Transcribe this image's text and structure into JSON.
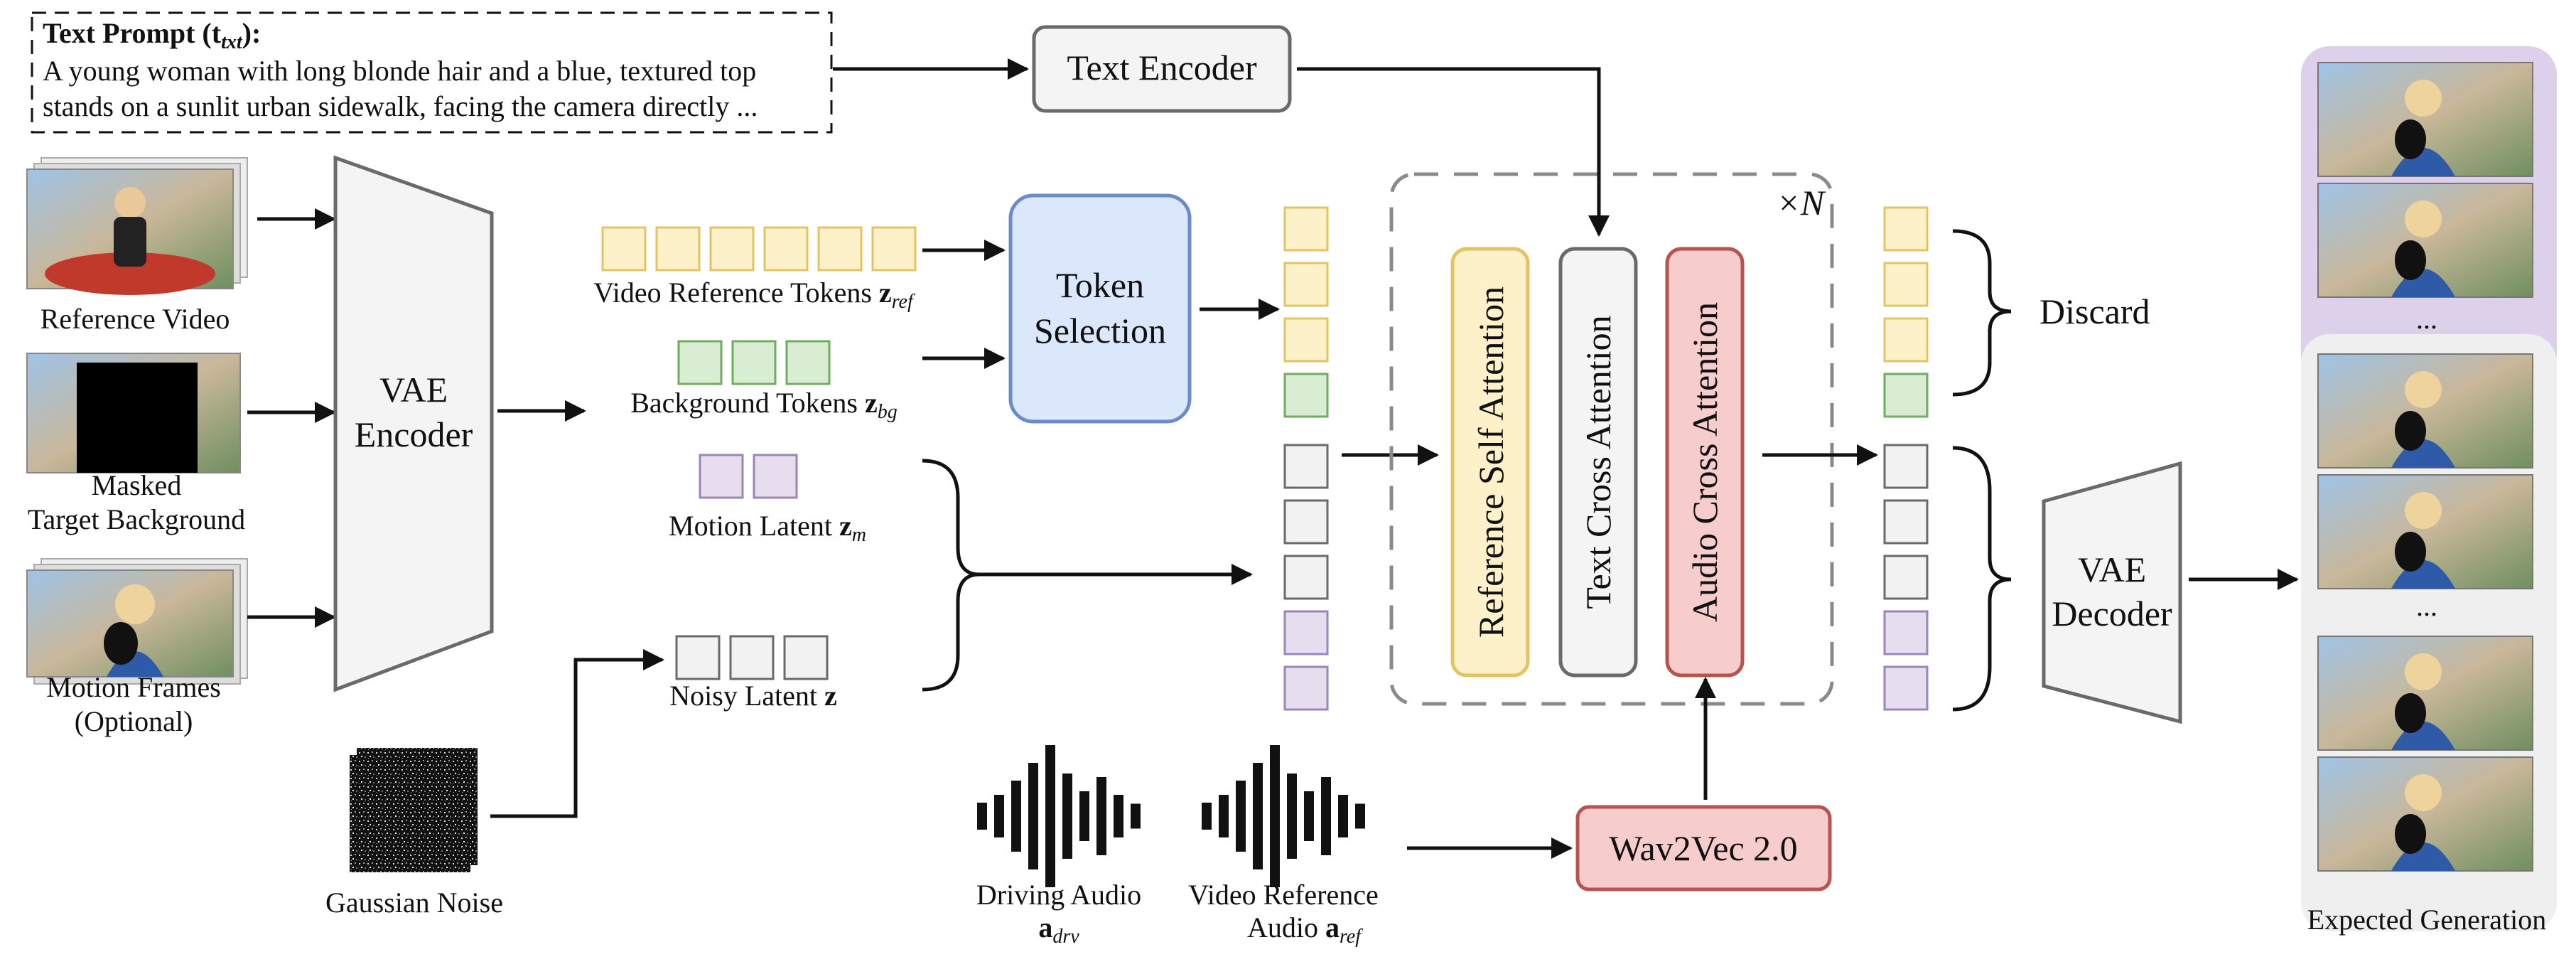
{
  "prompt": {
    "title": "Text Prompt (t",
    "title_sub": "txt",
    "title_close": "):",
    "line1": "A young woman with long blonde hair and a blue, textured top",
    "line2": "stands on a sunlit urban sidewalk, facing the camera directly ..."
  },
  "inputs": {
    "reference_video": "Reference Video",
    "masked_line1": "Masked",
    "masked_line2": "Target Background",
    "motion_line1": "Motion Frames",
    "motion_line2": "(Optional)",
    "gaussian_noise": "Gaussian Noise"
  },
  "vae_encoder": {
    "line1": "VAE",
    "line2": "Encoder"
  },
  "text_encoder": "Text Encoder",
  "tokens": {
    "video_ref": {
      "label": "Video Reference Tokens",
      "sym": "z",
      "sub": "ref"
    },
    "background": {
      "label": "Background Tokens",
      "sym": "z",
      "sub": "bg"
    },
    "motion": {
      "label": "Motion Latent",
      "sym": "z",
      "sub": "m"
    },
    "noisy": {
      "label": "Noisy Latent",
      "sym": "z",
      "sub": ""
    }
  },
  "token_selection": {
    "line1": "Token",
    "line2": "Selection"
  },
  "blocks": {
    "repeat": "×N",
    "ref_self_attention": "Reference Self Attention",
    "text_cross_attention": "Text Cross Attention",
    "audio_cross_attention": "Audio Cross Attention"
  },
  "audio": {
    "driving_line1": "Driving Audio",
    "driving_sym": "a",
    "driving_sub": "drv",
    "ref_line1": "Video Reference",
    "ref_line2": "Audio",
    "ref_sym": "a",
    "ref_sub": "ref"
  },
  "wav2vec": "Wav2Vec 2.0",
  "discard": "Discard",
  "vae_decoder": {
    "line1": "VAE",
    "line2": "Decoder"
  },
  "output": {
    "label": "Expected Generation",
    "ellipsis": "..."
  },
  "colors": {
    "yellow_fill": "#fdf1c9",
    "yellow_stroke": "#e3c463",
    "green_fill": "#d9edd3",
    "green_stroke": "#6fae5f",
    "purple_fill": "#e6ddef",
    "purple_stroke": "#9a86b8",
    "gray_fill": "#f2f2f2",
    "gray_stroke": "#6a6a6a",
    "blue_fill": "#dbe7fa",
    "blue_stroke": "#6b8cc7",
    "red_fill": "#f7cccc",
    "red_stroke": "#b85450"
  }
}
